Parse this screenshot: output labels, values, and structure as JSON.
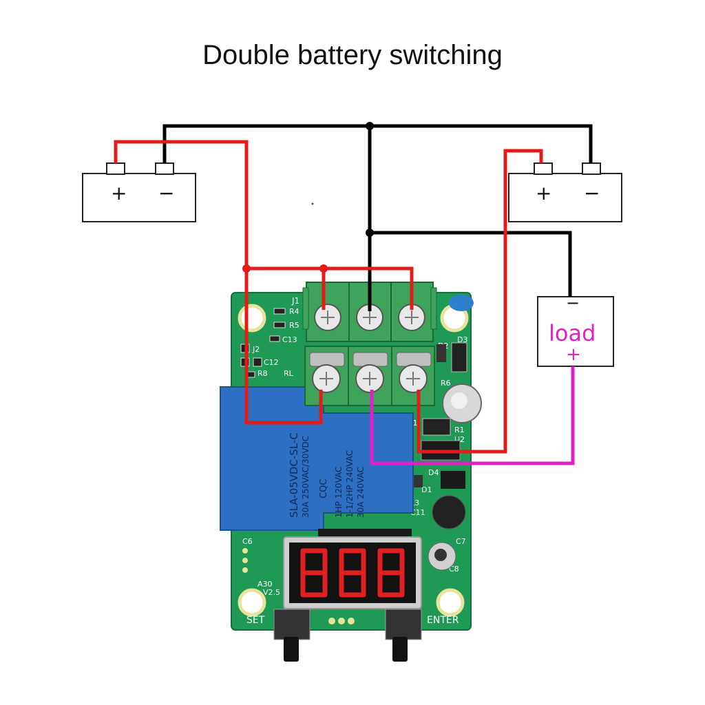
{
  "title": "Double battery switching",
  "battery_left": {
    "plus": "+",
    "minus": "−"
  },
  "battery_right": {
    "plus": "+",
    "minus": "−"
  },
  "load": {
    "label": "load",
    "minus": "−",
    "plus": "+"
  },
  "board": {
    "relay_model": "SLA-05VDC-SL-C",
    "relay_rating_1": "30A 250VAC/30VDC",
    "relay_rating_2": "1HP 120VAC",
    "relay_rating_3": "1-1/2HP 240VAC",
    "relay_rating_4": "30A 240VAC",
    "relay_cert": "CQC",
    "terminal_label": "J1",
    "component_labels": [
      "R4",
      "R5",
      "C13",
      "J2",
      "C12",
      "R8",
      "RL",
      "D2",
      "D3",
      "R6",
      "C1",
      "R1",
      "U2",
      "D4",
      "D1",
      "L3",
      "C11",
      "C7",
      "C8",
      "C6",
      "A30",
      "V2.5"
    ],
    "set_label": "SET",
    "enter_label": "ENTER"
  },
  "colors": {
    "ground_wire": "#000000",
    "positive_wire": "#e31b1b",
    "load_wire": "#e020c8",
    "pcb": "#1f9a55",
    "terminal": "#3fa35c",
    "relay": "#2d6fc0",
    "display_digits": "#e02020"
  }
}
